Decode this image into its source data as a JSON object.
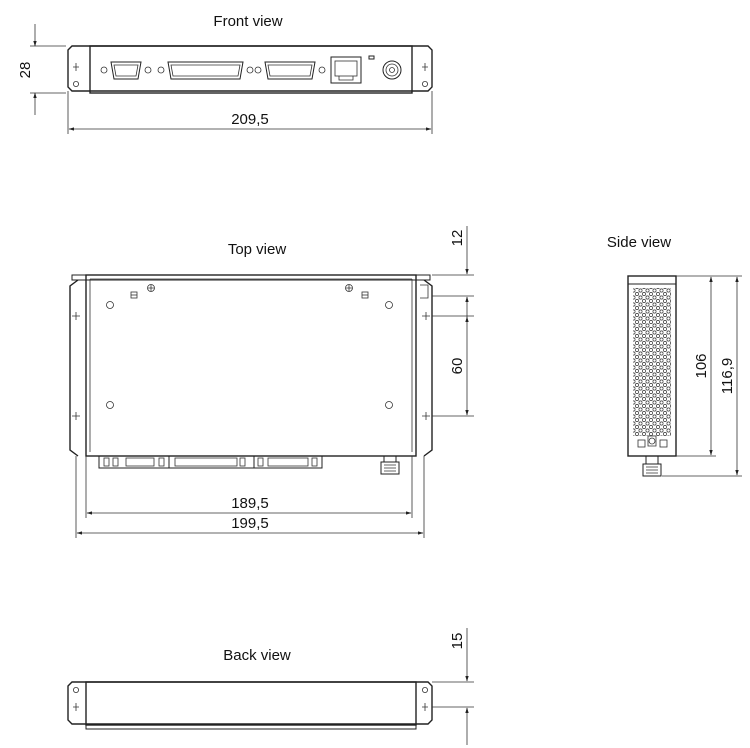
{
  "views": {
    "front": "Front view",
    "top": "Top view",
    "side": "Side view",
    "back": "Back view"
  },
  "dimensions": {
    "front_height": "28",
    "front_width": "209,5",
    "top_inner_width": "189,5",
    "top_outer_width": "199,5",
    "top_offset": "12",
    "top_hole_spacing": "60",
    "side_depth": "106",
    "side_total_depth": "116,9",
    "back_height": "15"
  }
}
